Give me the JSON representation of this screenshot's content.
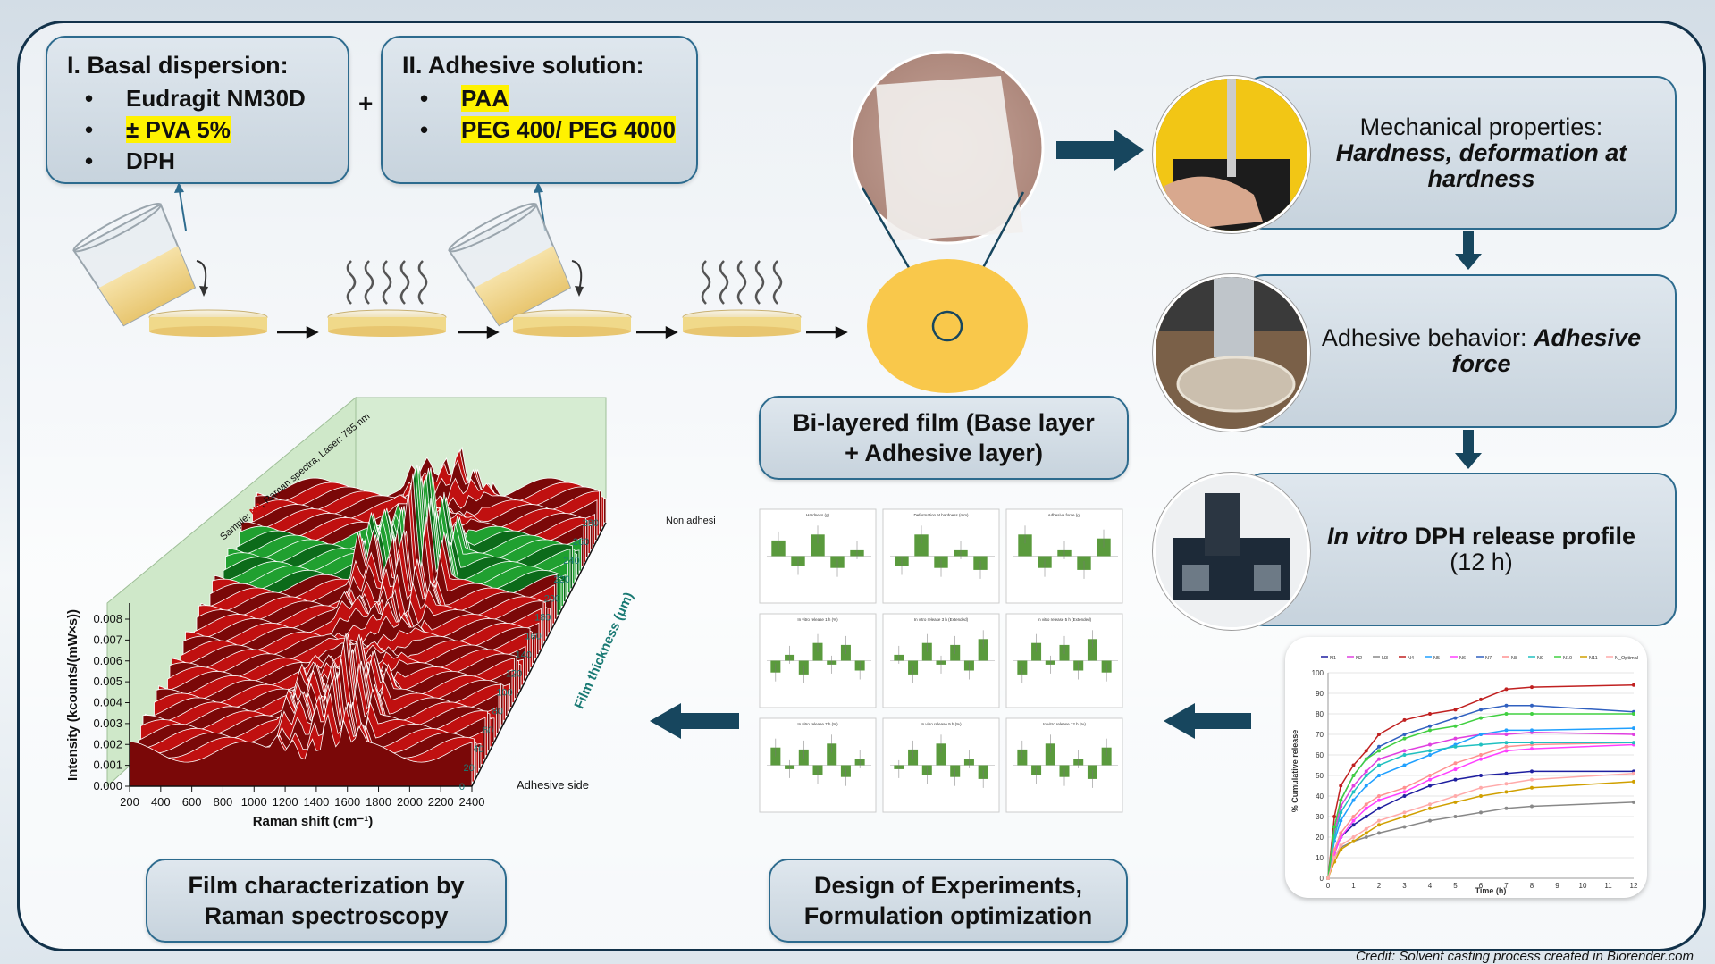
{
  "basal": {
    "title": "I. Basal dispersion:",
    "items": [
      "Eudragit NM30D",
      "± PVA 5%",
      "DPH"
    ]
  },
  "plus": "+",
  "adhesive": {
    "title": "II. Adhesive solution:",
    "items": [
      "PAA",
      "PEG 400/ PEG 4000"
    ]
  },
  "bilayer": {
    "line1": "Bi-layered film (Base layer",
    "line2": "+ Adhesive layer)"
  },
  "mechanical": {
    "line1": "Mechanical properties:",
    "line2": "Hardness, deformation at hardness"
  },
  "adhesion": {
    "label": "Adhesive behavior: ",
    "bold": "Adhesive force"
  },
  "release": {
    "italic": "In vitro",
    "rest": " DPH release profile",
    "line2": "(12 h)"
  },
  "doe": {
    "line1": "Design of Experiments,",
    "line2": "Formulation optimization"
  },
  "raman_box": {
    "line1": "Film characterization by",
    "line2": "Raman spectroscopy"
  },
  "credit": "Credit: Solvent casting process created in Biorender.com",
  "raman_plot": {
    "sample_label_pre": "Sample: ",
    "sample_label_id": "N2",
    "sample_label_post": ", Raman spectra, Laser: 785 nm",
    "ylabel": "Intensity (kcounts/(mW×s))",
    "xlabel": "Raman shift (cm⁻¹)",
    "zlabel": "Film thickness (μm)",
    "yticks": [
      "0.008",
      "0.007",
      "0.006",
      "0.005",
      "0.004",
      "0.003",
      "0.002",
      "0.001",
      "0.000"
    ],
    "xticks": [
      "200",
      "400",
      "600",
      "800",
      "1000",
      "1200",
      "1400",
      "1600",
      "1800",
      "2000",
      "2200",
      "2400"
    ],
    "zticks": [
      "280",
      "260",
      "240",
      "220",
      "200",
      "180",
      "160",
      "140",
      "120",
      "100",
      "80",
      "60",
      "40",
      "20",
      "0"
    ],
    "top_label": "Non adhesive side",
    "bottom_label": "Adhesive side"
  },
  "doe_panels": [
    "Hardness (g)",
    "Deformation at hardness (mm)",
    "Adhesive force (g)",
    "In vitro release 1 h (%)",
    "In vitro release 3 h (Extended)",
    "In vitro release 5 h (Extended)",
    "In vitro release 7 h (%)",
    "In vitro release 9 h (%)",
    "In vitro release 12 h (%)"
  ],
  "chart_data": {
    "type": "line",
    "xlabel": "Time (h)",
    "ylabel": "% Cumulative release",
    "x": [
      0,
      0.25,
      0.5,
      1,
      1.5,
      2,
      3,
      4,
      5,
      6,
      7,
      8,
      12
    ],
    "ylim": [
      0,
      100
    ],
    "xlim": [
      0,
      12
    ],
    "series": [
      {
        "name": "N1",
        "values": [
          0,
          12,
          20,
          26,
          30,
          34,
          40,
          45,
          48,
          50,
          51,
          52,
          52
        ]
      },
      {
        "name": "N2",
        "values": [
          0,
          22,
          35,
          45,
          52,
          58,
          62,
          65,
          68,
          70,
          70,
          71,
          70
        ]
      },
      {
        "name": "N3",
        "values": [
          0,
          10,
          15,
          18,
          20,
          22,
          25,
          28,
          30,
          32,
          34,
          35,
          37
        ]
      },
      {
        "name": "N4",
        "values": [
          0,
          30,
          45,
          55,
          62,
          70,
          77,
          80,
          82,
          87,
          92,
          93,
          94
        ]
      },
      {
        "name": "N5",
        "values": [
          0,
          18,
          28,
          38,
          45,
          50,
          55,
          60,
          65,
          70,
          72,
          72,
          73
        ]
      },
      {
        "name": "N6",
        "values": [
          0,
          12,
          20,
          28,
          34,
          38,
          42,
          48,
          53,
          58,
          62,
          63,
          65
        ]
      },
      {
        "name": "N7",
        "values": [
          0,
          25,
          38,
          50,
          58,
          64,
          70,
          74,
          78,
          82,
          84,
          84,
          81
        ]
      },
      {
        "name": "N8",
        "values": [
          0,
          14,
          22,
          30,
          36,
          40,
          44,
          50,
          56,
          60,
          64,
          65,
          66
        ]
      },
      {
        "name": "N9",
        "values": [
          0,
          20,
          32,
          42,
          50,
          55,
          60,
          62,
          64,
          65,
          66,
          66,
          66
        ]
      },
      {
        "name": "N10",
        "values": [
          0,
          25,
          38,
          50,
          58,
          62,
          68,
          72,
          74,
          78,
          80,
          80,
          80
        ]
      },
      {
        "name": "N11",
        "values": [
          0,
          8,
          14,
          18,
          22,
          26,
          30,
          34,
          37,
          40,
          42,
          44,
          47
        ]
      },
      {
        "name": "N_Optimal",
        "values": [
          0,
          10,
          16,
          20,
          24,
          28,
          32,
          36,
          40,
          44,
          46,
          48,
          51
        ]
      }
    ],
    "colors": [
      "#1f1fa0",
      "#e040e0",
      "#888888",
      "#c02020",
      "#20a0ff",
      "#ff40ff",
      "#3060c0",
      "#ff9090",
      "#20c0c0",
      "#40d040",
      "#d0a000",
      "#ffaaaa"
    ]
  }
}
